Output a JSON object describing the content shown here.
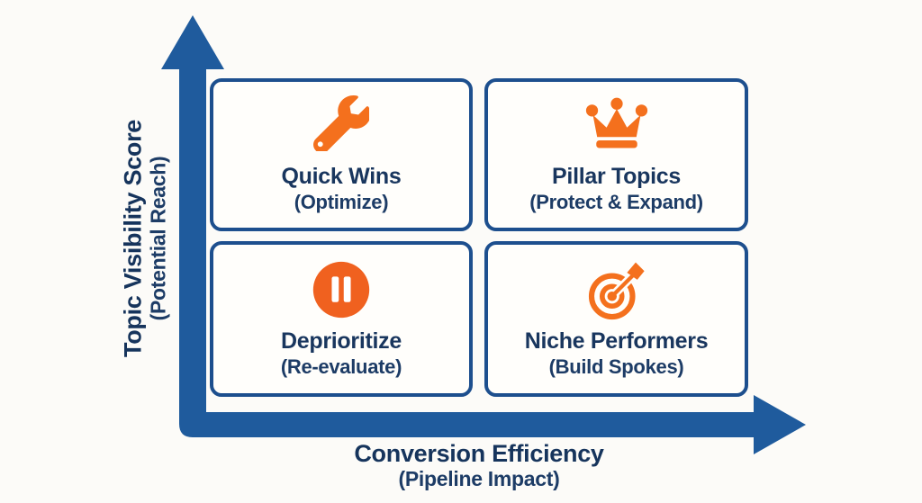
{
  "matrix": {
    "y_axis": {
      "title": "Topic Visibility Score",
      "subtitle": "(Potential Reach)"
    },
    "x_axis": {
      "title": "Conversion Efficiency",
      "subtitle": "(Pipeline Impact)"
    },
    "quadrants": [
      {
        "position": "top-left",
        "icon": "wrench-icon",
        "title": "Quick Wins",
        "subtitle": "(Optimize)"
      },
      {
        "position": "top-right",
        "icon": "crown-icon",
        "title": "Pillar Topics",
        "subtitle": "(Protect & Expand)"
      },
      {
        "position": "bottom-left",
        "icon": "pause-icon",
        "title": "Deprioritize",
        "subtitle": "(Re-evaluate)"
      },
      {
        "position": "bottom-right",
        "icon": "target-icon",
        "title": "Niche Performers",
        "subtitle": "(Build Spokes)"
      }
    ]
  },
  "colors": {
    "axis_blue": "#1f5b9d",
    "card_border": "#1d4f8e",
    "text_navy": "#19365e",
    "icon_orange": "#f4701d",
    "pause_orange": "#f0611f",
    "background": "#fcfbf8",
    "card_background": "#fffefb"
  }
}
